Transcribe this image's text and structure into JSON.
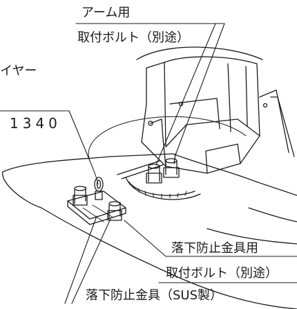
{
  "labels": {
    "arm_mount_line1": "アーム用",
    "arm_mount_line2": "取付ボルト（別途）",
    "wire_line1": "イヤー",
    "wire_line2": "）",
    "length_value": "1340",
    "fall_prevent_mount_line1": "落下防止金具用",
    "fall_prevent_mount_line2": "取付ボルト（別途）",
    "fall_prevent_fitting": "落下防止金具（SUS製）"
  },
  "colors": {
    "line": "#1a1a1a",
    "background": "#ffffff"
  }
}
